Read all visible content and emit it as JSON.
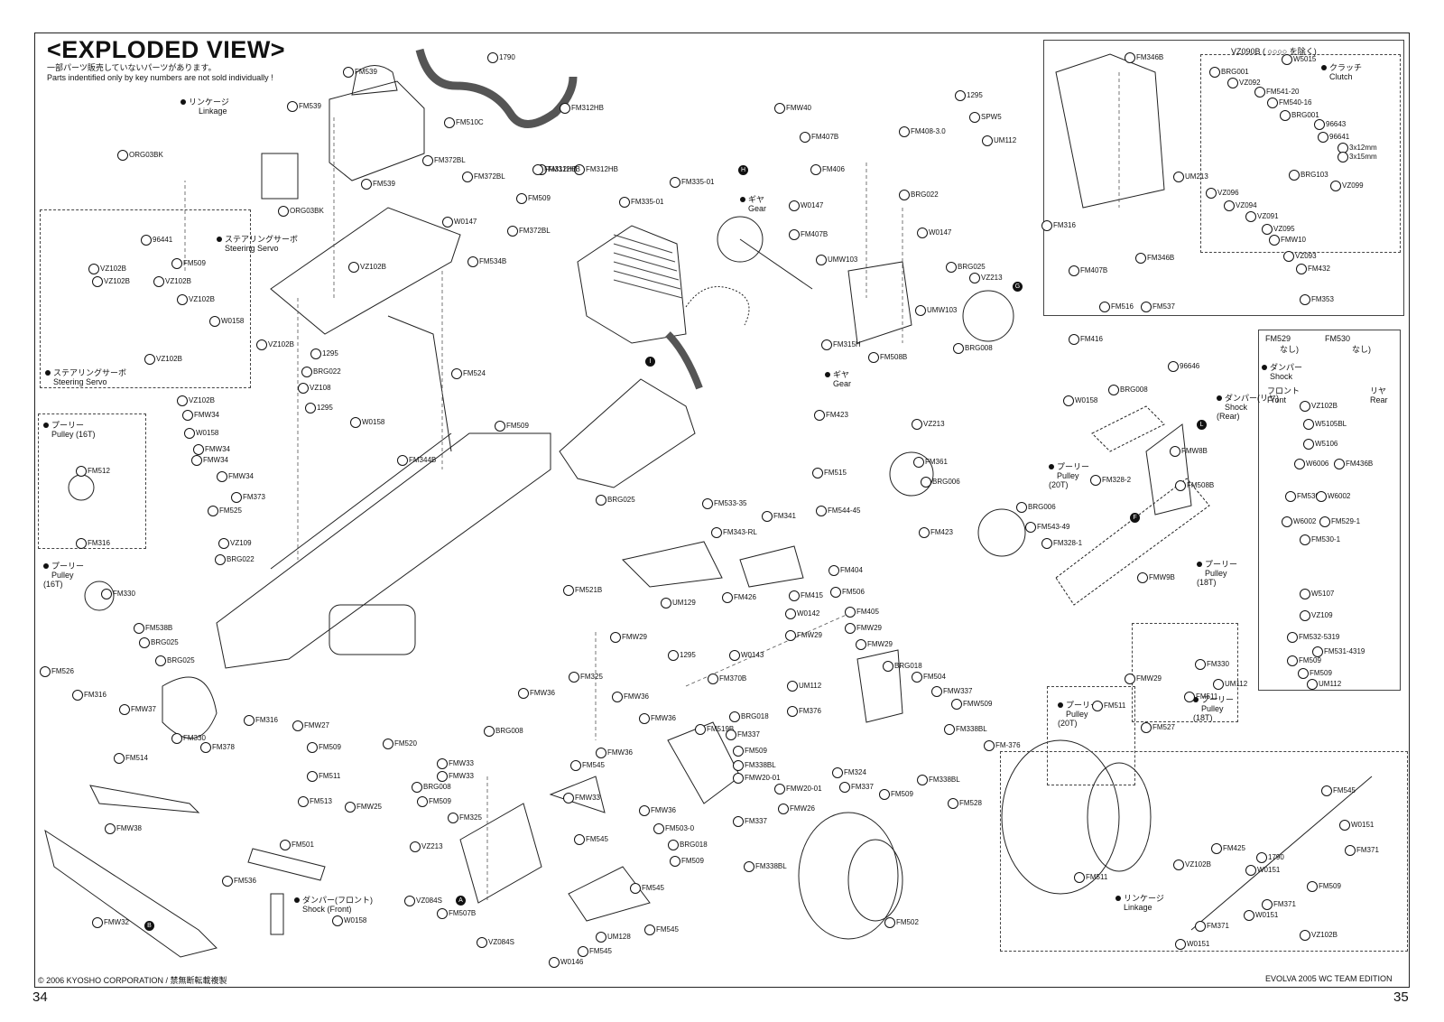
{
  "header": {
    "title": "<EXPLODED VIEW>",
    "note_jp": "一部パーツ販売していないパーツがあります。",
    "note_en": "Parts indentified only by key numbers are not sold individually !"
  },
  "sections": [
    {
      "id": "linkage-top",
      "jp": "リンケージ",
      "en": "Linkage"
    },
    {
      "id": "steering-servo-left",
      "jp": "ステアリングサーボ",
      "en": "Steering Servo"
    },
    {
      "id": "steering-servo-top",
      "jp": "ステアリングサーボ",
      "en": "Steering Servo"
    },
    {
      "id": "pulley-16t-a",
      "jp": "プーリー",
      "en": "Pulley (16T)"
    },
    {
      "id": "pulley-16t-b",
      "jp": "プーリー",
      "en": "Pulley\n(16T)"
    },
    {
      "id": "gear-top",
      "jp": "ギヤ",
      "en": "Gear"
    },
    {
      "id": "gear-mid",
      "jp": "ギヤ",
      "en": "Gear"
    },
    {
      "id": "clutch",
      "jp": "クラッチ",
      "en": "Clutch"
    },
    {
      "id": "damper-rear",
      "jp": "ダンパー(リヤ)",
      "en": "Shock\n(Rear)"
    },
    {
      "id": "pulley-20t-a",
      "jp": "プーリー",
      "en": "Pulley\n(20T)"
    },
    {
      "id": "pulley-18t-a",
      "jp": "プーリー",
      "en": "Pulley\n(18T)"
    },
    {
      "id": "pulley-20t-b",
      "jp": "プーリー",
      "en": "Pulley\n(20T)"
    },
    {
      "id": "pulley-18t-b",
      "jp": "プーリー",
      "en": "Pulley\n(18T)"
    },
    {
      "id": "damper-front",
      "jp": "ダンパー(フロント)",
      "en": "Shock (Front)"
    },
    {
      "id": "linkage-bottom",
      "jp": "リンケージ",
      "en": "Linkage"
    },
    {
      "id": "damper-box",
      "jp": "ダンパー",
      "en": "Shock"
    }
  ],
  "shock_box": {
    "fm529": "FM529",
    "fm529_note": "なし)",
    "fm530": "FM530",
    "fm530_note": "なし)",
    "front_jp": "フロント",
    "front_en": "Front",
    "rear_jp": "リヤ",
    "rear_en": "Rear"
  },
  "clutch_header": "VZ090B (",
  "clutch_header_tail": "を除く)",
  "callouts": [
    "FM539",
    "FM539",
    "FM510C",
    "1790",
    "FM312HB",
    "FM312HB",
    "FM312HB",
    "1295",
    "SPW5",
    "UM112",
    "FMW40",
    "FM407B",
    "FM408-3.0",
    "FM406",
    "W0147",
    "BRG022",
    "W0147",
    "FM407B",
    "FM346B",
    "FM346B",
    "BRG001",
    "VZ092",
    "FM541-20",
    "FM540-16",
    "BRG001",
    "96643",
    "96641",
    "3x12mm",
    "3x15mm",
    "BRG103",
    "VZ099",
    "UM213",
    "VZ096",
    "VZ094",
    "VZ091",
    "VZ095",
    "FMW10",
    "VZ093",
    "FM432",
    "FM353",
    "ORG03BK",
    "FM539",
    "ORG03BK",
    "96441",
    "FM509",
    "FM372BL",
    "FM372BL",
    "FM509",
    "W0147",
    "FM372BL",
    "FM335-01",
    "FM335-01",
    "FM312HB",
    "VZ102B",
    "FM534B",
    "VZ102B",
    "VZ102B",
    "VZ102B",
    "VZ102B",
    "VZ102B",
    "W0158",
    "VZ102B",
    "1295",
    "BRG022",
    "VZ108",
    "VZ102B",
    "1295",
    "FMW34",
    "W0158",
    "FMW34",
    "FMW34",
    "FMW34",
    "W0158",
    "FM373",
    "FM525",
    "VZ109",
    "BRG022",
    "FM524",
    "FM344B",
    "FM509",
    "FM512",
    "FM316",
    "FM330",
    "FM538B",
    "BRG025",
    "FM526",
    "BRG025",
    "FM316",
    "FMW37",
    "FM330",
    "FM378",
    "FM316",
    "FM514",
    "FMW38",
    "FMW32",
    "FM315H",
    "FM508B",
    "UMW103",
    "UMW103",
    "BRG025",
    "VZ213",
    "BRG008",
    "FM316",
    "FM407B",
    "FM516",
    "FM537",
    "FM416",
    "96646",
    "W0158",
    "BRG008",
    "VZ213",
    "FM423",
    "FM515",
    "FM361",
    "BRG006",
    "FM544-45",
    "FM423",
    "BRG006",
    "FM543-49",
    "FM328-1",
    "FM328-2",
    "FMW9B",
    "FMW8B",
    "FM508B",
    "BRG025",
    "FM533-35",
    "FM343-RL",
    "FM341",
    "FM521B",
    "UM129",
    "FM404",
    "FM415",
    "FM506",
    "FM405",
    "FMW29",
    "FMW29",
    "FM426",
    "W0142",
    "W0143",
    "FMW29",
    "FMW29",
    "1295",
    "FM370B",
    "UM112",
    "FM376",
    "BRG018",
    "FM504",
    "FMW337",
    "FMW509",
    "FM338BL",
    "FM-376",
    "FMW27",
    "FM509",
    "FM325",
    "FMW36",
    "FMW36",
    "FMW36",
    "FMW36",
    "FM545",
    "FM520",
    "FM511",
    "FM513",
    "FMW25",
    "BRG008",
    "FM509",
    "VZ213",
    "FM325",
    "BRG008",
    "FMW33",
    "FMW33",
    "FMW33",
    "FM545",
    "FM519B",
    "BRG018",
    "FM337",
    "FM509",
    "FM338BL",
    "FMW20-01",
    "FMW20-01",
    "FMW26",
    "FMW36",
    "FM503-0",
    "FM337",
    "BRG018",
    "FM509",
    "FM338BL",
    "FM324",
    "FM337",
    "FM509",
    "FM338BL",
    "FM528",
    "FMW29",
    "FM330",
    "FM511",
    "UM112",
    "FM511",
    "FM527",
    "FM511",
    "FM502",
    "FM501",
    "FM536",
    "W0158",
    "VZ084S",
    "FM507B",
    "VZ084S",
    "W0146",
    "FM545",
    "FM545",
    "FM545",
    "UM128",
    "FM545",
    "W0151",
    "FM425",
    "VZ102B",
    "1790",
    "W0151",
    "FM371",
    "FM509",
    "FM371",
    "W0151",
    "FM371",
    "VZ102B",
    "W0151",
    "VZ102B",
    "W5105BL",
    "W5106",
    "W6006",
    "FM436B",
    "FM530-3",
    "W6002",
    "W6002",
    "FM529-1",
    "FM530-1",
    "W5107",
    "VZ109",
    "FM532-5319",
    "FM531-4319",
    "FM509",
    "FM509",
    "UM112",
    "W5015"
  ],
  "footer": {
    "copyright": "© 2006 KYOSHO CORPORATION / 禁無断転載複製",
    "edition": "EVOLVA 2005 WC TEAM EDITION",
    "page_left": "34",
    "page_right": "35"
  }
}
